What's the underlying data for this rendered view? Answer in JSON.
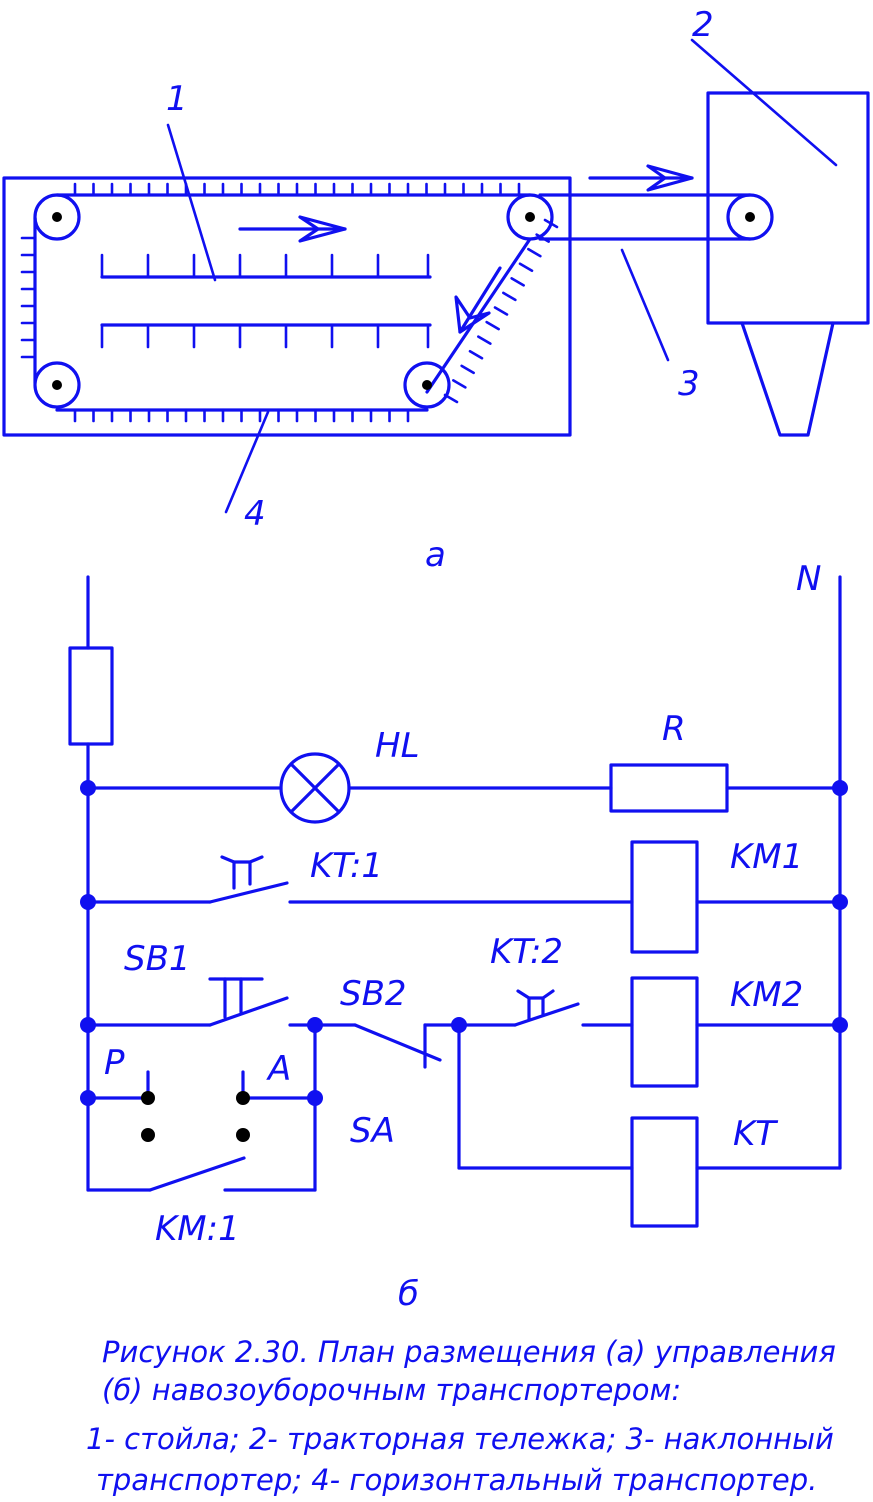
{
  "plan": {
    "label_1": "1",
    "label_2": "2",
    "label_3": "3",
    "label_4": "4",
    "sub_label": "а"
  },
  "circuit": {
    "label_N": "N",
    "label_HL": "HL",
    "label_R": "R",
    "label_KT1": "KT:1",
    "label_KM1": "KM1",
    "label_SB1": "SB1",
    "label_SB2": "SB2",
    "label_KT2": "KT:2",
    "label_KM2": "KM2",
    "label_P": "P",
    "label_A": "A",
    "label_SA": "SA",
    "label_KT": "KT",
    "label_KM1_contact": "KM:1",
    "sub_label": "б"
  },
  "caption": {
    "line1": "Рисунок 2.30. План размещения (а) управления",
    "line2": "(б) навозоуборочным транспортером:",
    "line3": "1- стойла; 2- тракторная тележка; 3- наклонный",
    "line4": "транспортер; 4- горизонтальный транспортер."
  }
}
